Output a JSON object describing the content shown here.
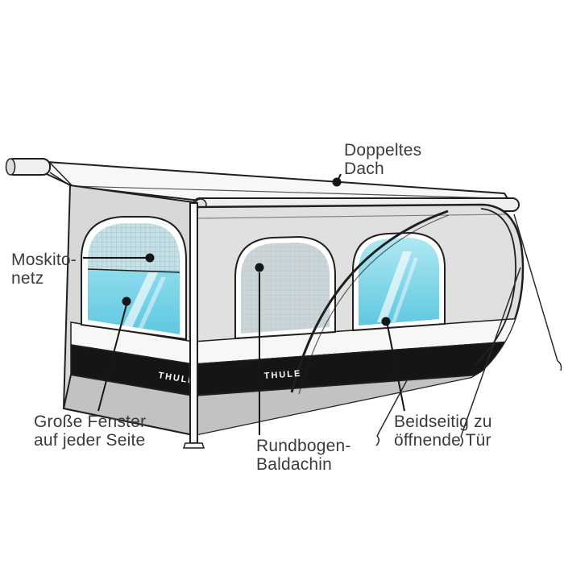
{
  "page": {
    "background": "#ffffff"
  },
  "theme": {
    "colors": {
      "outline": "#1f1f1f",
      "canvas_side": "#d8d8d8",
      "canvas_front": "#e0e0e0",
      "canvas_flap": "#c2c2c2",
      "band_black": "#151515",
      "band_white": "#f7f7f7",
      "glass_top": "#aee8f4",
      "glass_bottom": "#5fc8e0",
      "mesh_base": "#c9dfe4",
      "window_covered": "#ced4d6",
      "label_text": "#3b3b3b",
      "brand_text": "#ffffff"
    }
  },
  "labels": {
    "doppeltes_dach": "Doppeltes\nDach",
    "moskitonetz": "Moskito-\nnetz",
    "grosse_fenster": "Große Fenster\nauf jeder Seite",
    "rundbogen_baldachin": "Rundbogen-\nBaldachin",
    "beidseitig_tuer": "Beidseitig zu\nöffnende Tür"
  },
  "drawing": {
    "brand": "THULE"
  }
}
